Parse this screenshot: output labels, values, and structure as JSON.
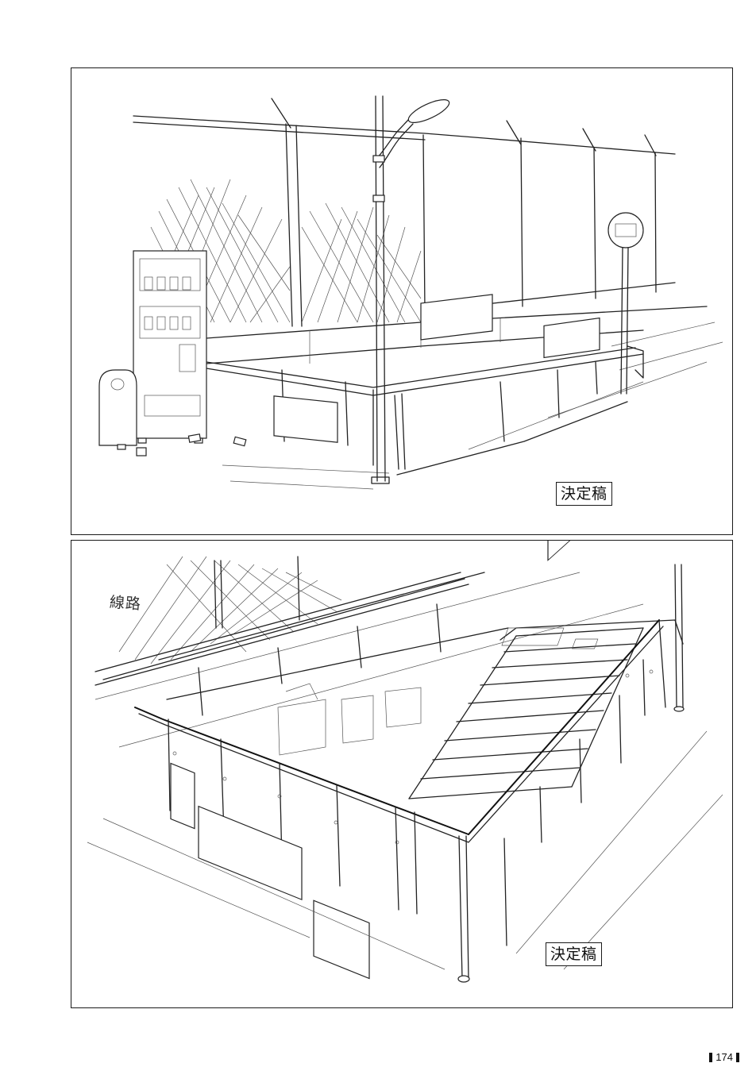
{
  "panels": [
    {
      "name": "station-platform-exterior",
      "stamp": "決定稿"
    },
    {
      "name": "stairwell-railing",
      "stamp": "決定稿",
      "handwritten_note": "線路"
    }
  ],
  "page_number": "174"
}
